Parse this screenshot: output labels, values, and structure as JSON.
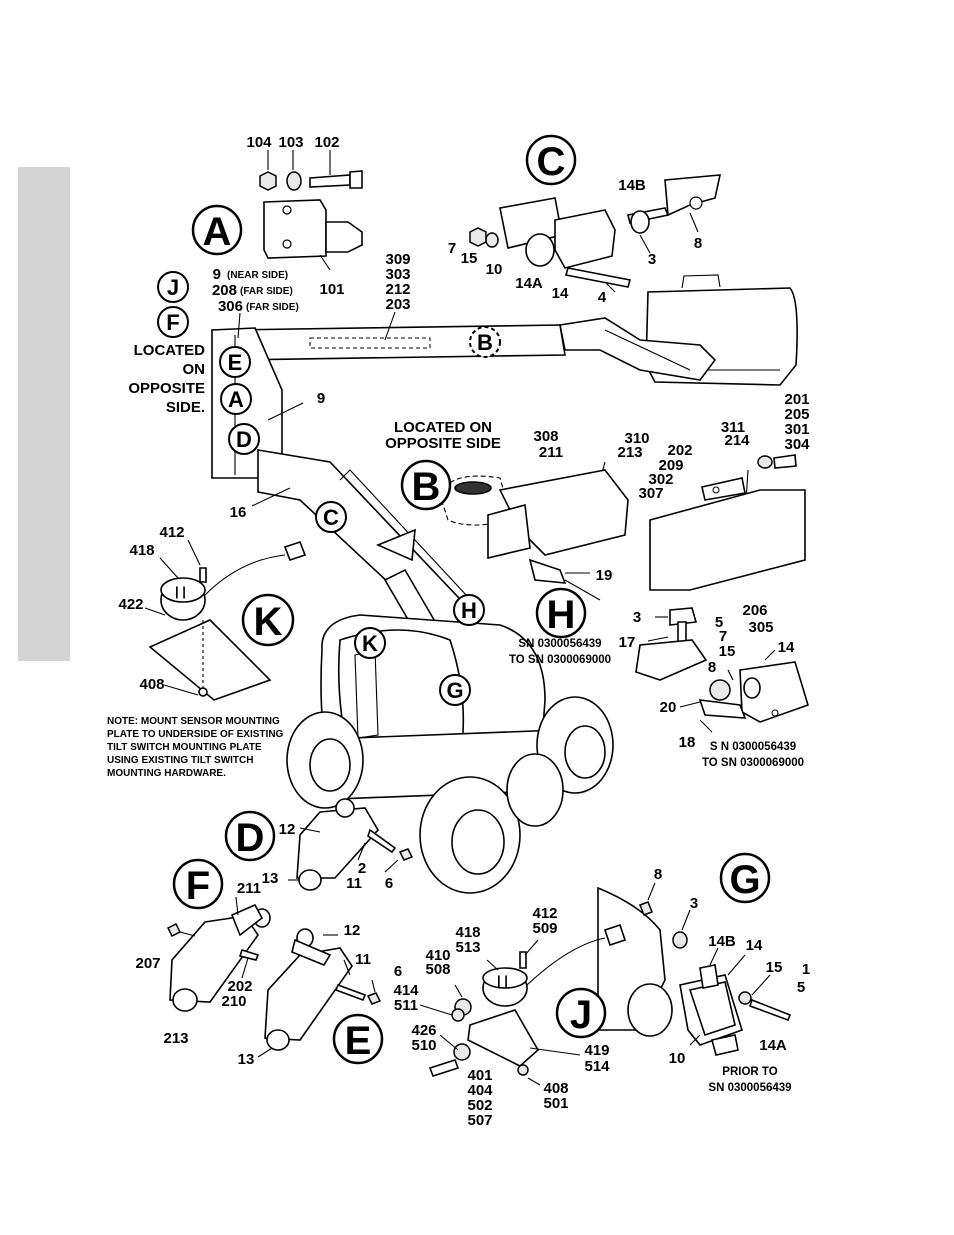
{
  "callouts": {
    "A": "A",
    "B": "B",
    "C": "C",
    "D": "D",
    "E": "E",
    "F": "F",
    "G": "G",
    "H": "H",
    "J": "J",
    "K": "K"
  },
  "notes": {
    "located_opposite_side_1": "LOCATED",
    "located_opposite_side_2": "ON",
    "located_opposite_side_3": "OPPOSITE",
    "located_opposite_side_4": "SIDE.",
    "located_on_1": "LOCATED ON",
    "located_on_2": "OPPOSITE SIDE",
    "near_side": "(NEAR SIDE)",
    "far_side_1": "(FAR SIDE)",
    "far_side_2": "(FAR SIDE)",
    "sn_h_1": "SN 0300056439",
    "sn_h_2": "TO SN 0300069000",
    "sn_b_1": "S N 0300056439",
    "sn_b_2": "TO SN 0300069000",
    "prior_1": "PRIOR TO",
    "prior_2": "SN 0300056439",
    "mount_note": [
      "NOTE: MOUNT SENSOR MOUNTING",
      "PLATE TO UNDERSIDE OF EXISTING",
      "TILT SWITCH MOUNTING PLATE",
      "USING EXISTING TILT SWITCH",
      "MOUNTING HARDWARE."
    ]
  },
  "part_numbers": {
    "n104": "104",
    "n103": "103",
    "n102": "102",
    "n101": "101",
    "n9": "9",
    "n208": "208",
    "n306": "306",
    "n309": "309",
    "n303": "303",
    "n212": "212",
    "n203": "203",
    "n7": "7",
    "n15": "15",
    "n10": "10",
    "n14A": "14A",
    "n14": "14",
    "n14B": "14B",
    "n3": "3",
    "n8": "8",
    "n4": "4",
    "n9b": "9",
    "n16": "16",
    "n308": "308",
    "n211": "211",
    "n310": "310",
    "n213": "213",
    "n202": "202",
    "n209": "209",
    "n302": "302",
    "n307": "307",
    "n311": "311",
    "n214": "214",
    "n201": "201",
    "n205": "205",
    "n301": "301",
    "n304": "304",
    "n206": "206",
    "n305": "305",
    "n19": "19",
    "n412": "412",
    "n418": "418",
    "n422": "422",
    "n408": "408",
    "h3": "3",
    "h17": "17",
    "h5": "5",
    "h7": "7",
    "h8": "8",
    "h15": "15",
    "h14": "14",
    "h20": "20",
    "h18": "18",
    "d12": "12",
    "d13": "13",
    "d2": "2",
    "d11": "11",
    "d6": "6",
    "f211": "211",
    "f207": "207",
    "f202": "202",
    "f210": "210",
    "f213": "213",
    "e12": "12",
    "e11": "11",
    "e6": "6",
    "e13": "13",
    "j418": "418",
    "j513": "513",
    "j412": "412",
    "j509": "509",
    "j410": "410",
    "j508": "508",
    "j414": "414",
    "j511": "511",
    "j426": "426",
    "j510": "510",
    "j419": "419",
    "j514": "514",
    "j401": "401",
    "j404": "404",
    "j502": "502",
    "j507": "507",
    "j408": "408",
    "j501": "501",
    "g8": "8",
    "g3": "3",
    "g14B": "14B",
    "g14": "14",
    "g15": "15",
    "g1": "1",
    "g5": "5",
    "g10": "10",
    "g14A": "14A"
  }
}
